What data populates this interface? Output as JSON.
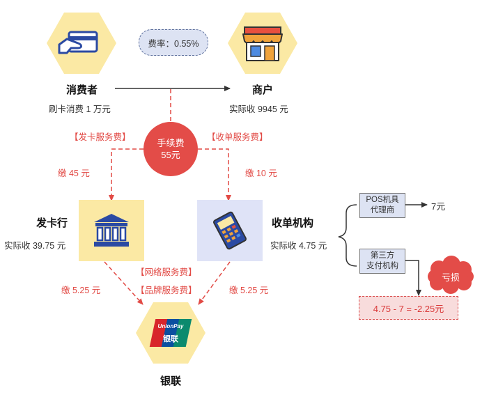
{
  "nodes": {
    "consumer": {
      "name": "消费者",
      "sub": "刷卡消费 1 万元"
    },
    "merchant": {
      "name": "商户",
      "sub": "实际收 9945 元"
    },
    "issuer": {
      "name": "发卡行",
      "sub": "实际收 39.75 元"
    },
    "acquirer": {
      "name": "收单机构",
      "sub": "实际收 4.75 元"
    },
    "unionpay": {
      "name": "银联",
      "logo_top": "UnionPay",
      "logo_bottom": "银联"
    }
  },
  "rate": "费率：0.55%",
  "fee": {
    "title": "手续费",
    "amount": "55元"
  },
  "labels": {
    "issuer_service": "【发卡服务费】",
    "acquirer_service": "【收单服务费】",
    "pay_issuer": "缴 45 元",
    "pay_acquirer": "缴 10 元",
    "network_fee": "【网络服务费】",
    "brand_fee": "【品牌服务费】",
    "pay_union_left": "缴 5.25 元",
    "pay_union_right": "缴 5.25 元"
  },
  "side": {
    "pos_agent": [
      "POS机具",
      "代理商"
    ],
    "pos_cost": "7元",
    "third_party": [
      "第三方",
      "支付机构"
    ],
    "loss": "亏损",
    "result": "4.75 - 7 = -2.25元"
  },
  "colors": {
    "hex_bg": "#fbe9a4",
    "issuer_bg": "#fbe9a4",
    "acquirer_bg": "#dfe3f7",
    "fee_red": "#e34c48",
    "arrow_red": "#e24a45",
    "rate_bg": "#dde3f3"
  }
}
